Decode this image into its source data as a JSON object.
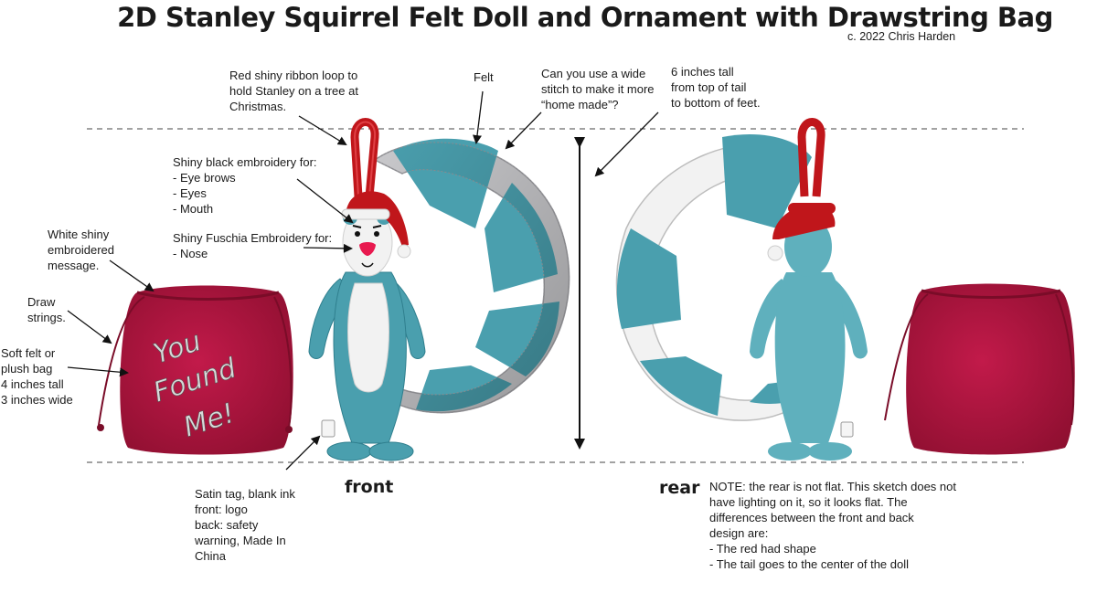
{
  "title": "2D Stanley Squirrel Felt Doll and Ornament with Drawstring Bag",
  "copyright": "c. 2022 Chris Harden",
  "annotations": {
    "ribbon": "Red shiny ribbon loop to\nhold Stanley on a tree at\nChristmas.",
    "felt": "Felt",
    "stitch": "Can you use a wide\nstitch to make it more\n“home made”?",
    "height": "6 inches tall\nfrom top of tail\n to  bottom of feet.",
    "black_embroidery": "Shiny black embroidery for:\n - Eye brows\n - Eyes\n - Mouth",
    "fuschia_embroidery": "Shiny Fuschia Embroidery for:\n - Nose",
    "white_message": "White shiny\nembroidered\nmessage.",
    "draw_strings": "Draw\nstrings.",
    "bag_desc": "Soft felt or\nplush bag\n4 inches tall\n3 inches wide",
    "satin_tag": "Satin tag, blank ink\nfront: logo\nback: safety\nwarning, Made In\nChina",
    "rear_note": "NOTE: the rear is not flat.  This sketch does not\nhave lighting on it, so it looks flat.  The\ndifferences between the front and back\ndesign are:\n- The red had shape\n- The tail goes to the center of the doll"
  },
  "labels": {
    "front": "front",
    "rear": "rear"
  },
  "bag_message": [
    "You",
    "Found",
    "Me!"
  ],
  "colors": {
    "teal": "#4a9fae",
    "teal_dark": "#2f7f8e",
    "white_felt": "#f2f2f2",
    "grey_felt": "#c9c9cc",
    "ribbon_red": "#c0161b",
    "bag_red": "#b5153f",
    "nose_pink": "#e8194f"
  }
}
